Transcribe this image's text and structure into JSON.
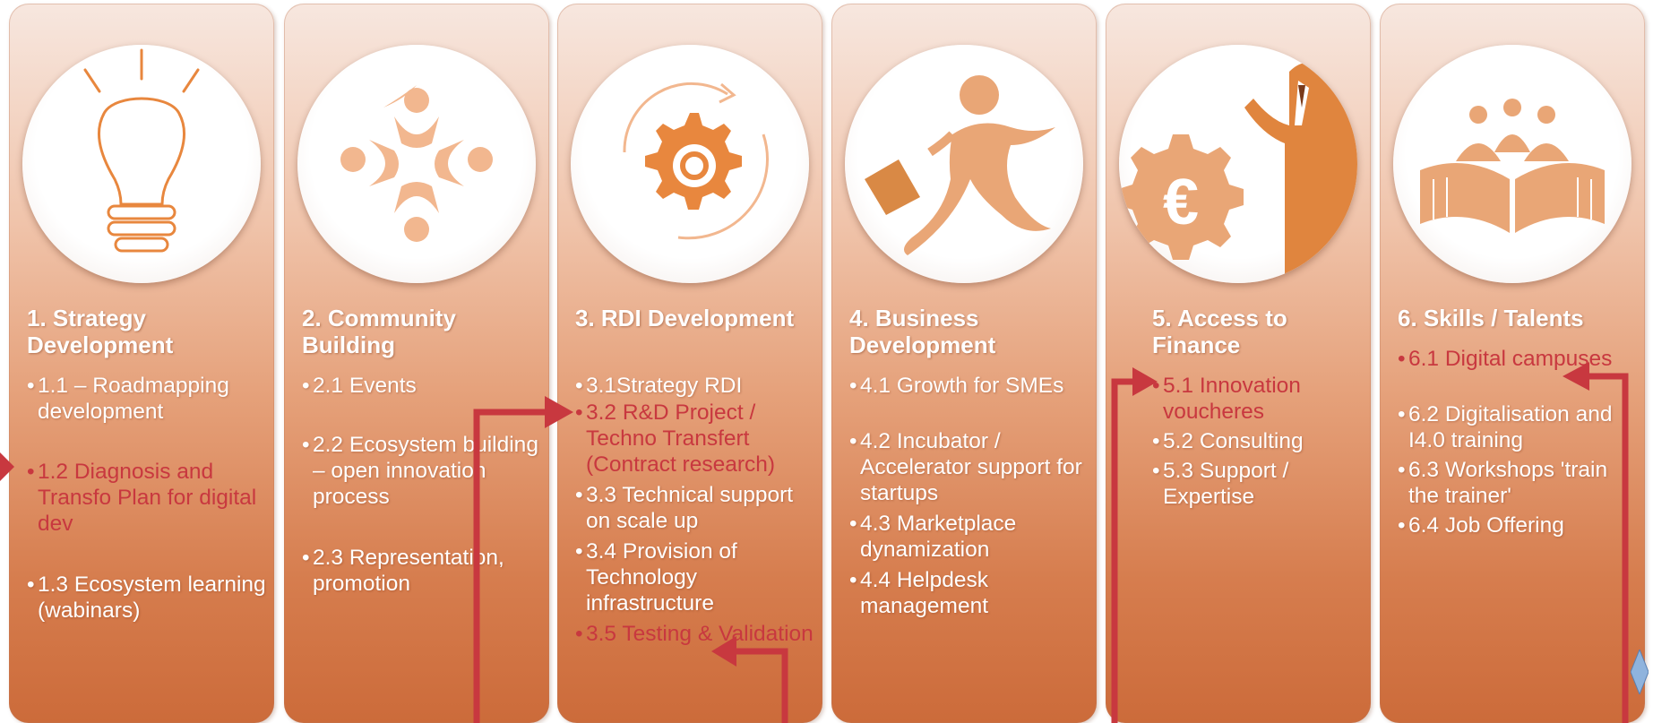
{
  "colors": {
    "highlight": "#c8383f",
    "icon_orange": "#e8873e",
    "icon_light": "#f2b78f"
  },
  "columns": [
    {
      "title": "1. Strategy Development",
      "icon": "lightbulb-icon",
      "items": [
        {
          "text": "1.1 – Roadmapping development",
          "highlight": false
        },
        {
          "text": "1.2 Diagnosis and Transfo Plan for digital dev",
          "highlight": true
        },
        {
          "text": "1.3 Ecosystem learning (wabinars)",
          "highlight": false
        }
      ]
    },
    {
      "title": "2. Community Building",
      "icon": "community-icon",
      "items": [
        {
          "text": "2.1 Events",
          "highlight": false
        },
        {
          "text": "2.2 Ecosystem building – open innovation process",
          "highlight": false
        },
        {
          "text": "2.3 Representation, promotion",
          "highlight": false
        }
      ]
    },
    {
      "title": "3. RDI Development",
      "icon": "gear-cycle-icon",
      "items": [
        {
          "text": "3.1Strategy RDI",
          "highlight": false
        },
        {
          "text": "3.2 R&D Project / Techno Transfert (Contract  research)",
          "highlight": true
        },
        {
          "text": "3.3 Technical support on scale up",
          "highlight": false
        },
        {
          "text": "3.4 Provision of Technology infrastructure",
          "highlight": false
        },
        {
          "text": "3.5 Testing & Validation",
          "highlight": true
        }
      ]
    },
    {
      "title": "4. Business Development",
      "icon": "runner-icon",
      "items": [
        {
          "text": "4.1 Growth for SMEs",
          "highlight": false
        },
        {
          "text": "4.2 Incubator / Accelerator support for startups",
          "highlight": false
        },
        {
          "text": "4.3 Marketplace dynamization",
          "highlight": false
        },
        {
          "text": "4.4 Helpdesk management",
          "highlight": false
        }
      ]
    },
    {
      "title": "5. Access to Finance",
      "icon": "euro-gear-icon",
      "items": [
        {
          "text": "5.1 Innovation voucheres",
          "highlight": true
        },
        {
          "text": "5.2 Consulting",
          "highlight": false
        },
        {
          "text": "5.3 Support / Expertise",
          "highlight": false
        }
      ]
    },
    {
      "title": "6. Skills / Talents",
      "icon": "book-people-icon",
      "items": [
        {
          "text": "6.1 Digital campuses",
          "highlight": true
        },
        {
          "text": "6.2 Digitalisation and I4.0 training",
          "highlight": false
        },
        {
          "text": "6.3 Workshops 'train the trainer'",
          "highlight": false
        },
        {
          "text": "6.4 Job Offering",
          "highlight": false
        }
      ]
    }
  ]
}
